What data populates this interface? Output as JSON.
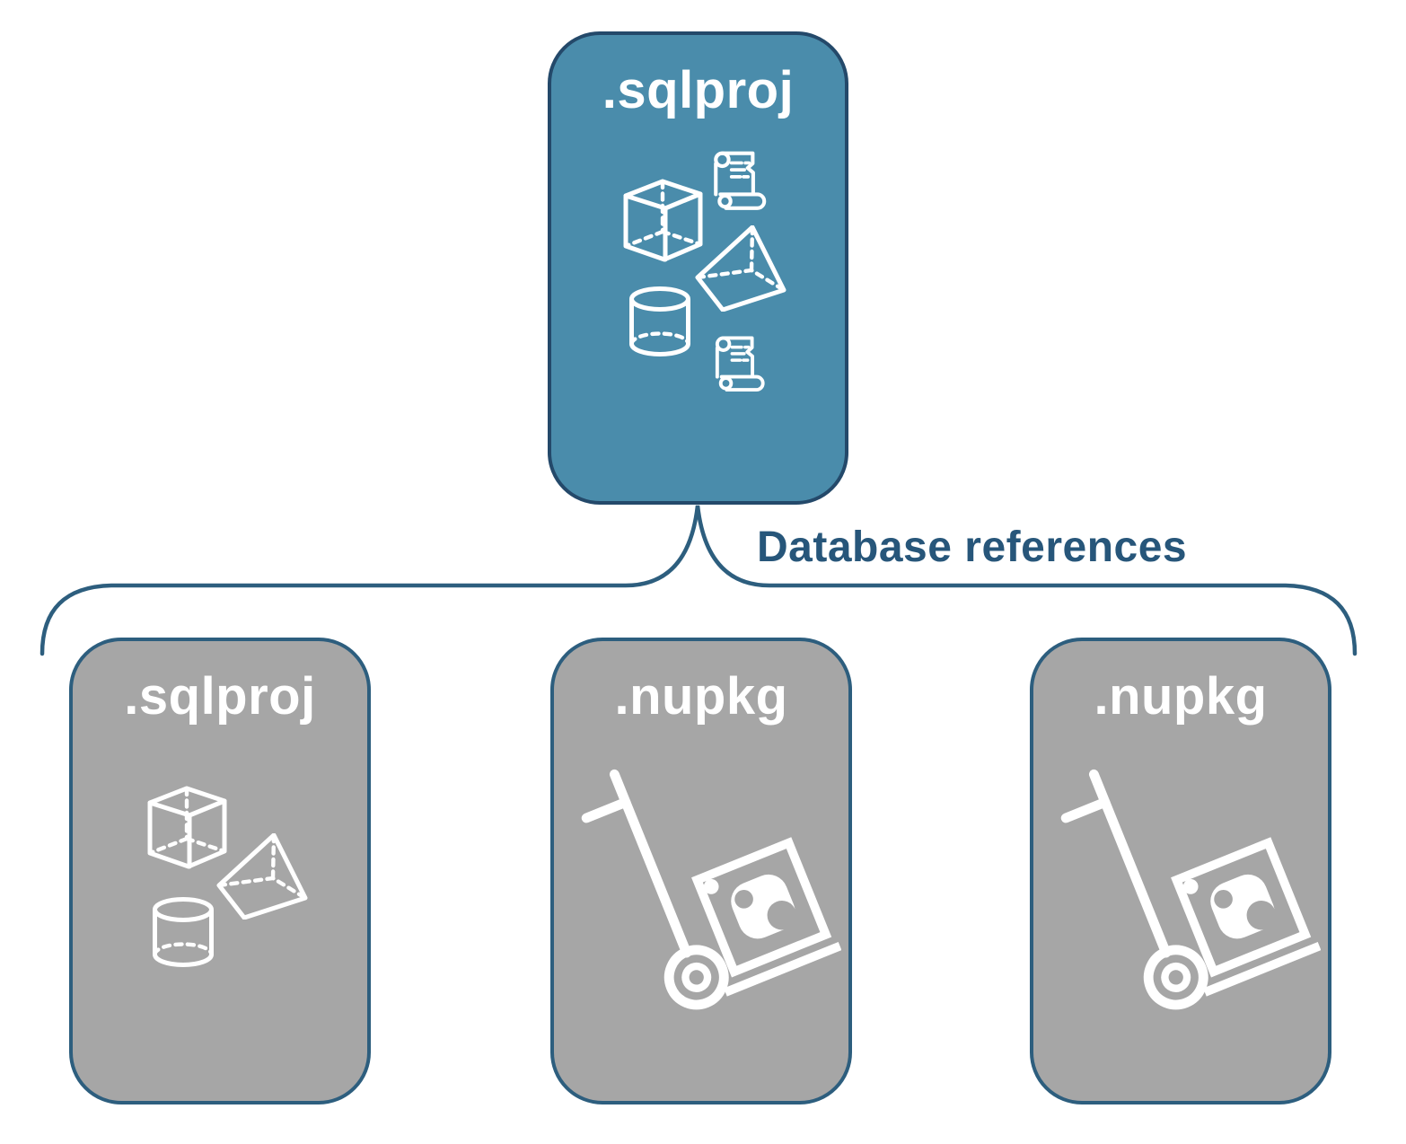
{
  "diagram": {
    "root_node": {
      "label": ".sqlproj"
    },
    "connector": {
      "label": "Database references"
    },
    "child_nodes": [
      {
        "label": ".sqlproj"
      },
      {
        "label": ".nupkg"
      },
      {
        "label": ".nupkg"
      }
    ],
    "icons": {
      "root": [
        "scroll-icon",
        "cube-icon",
        "pyramid-icon",
        "cylinder-icon",
        "scroll-icon"
      ],
      "child_sqlproj": [
        "cube-icon",
        "pyramid-icon",
        "cylinder-icon"
      ],
      "child_nupkg": [
        "hand-truck-package-icon"
      ]
    },
    "colors": {
      "root_fill": "#4a8cab",
      "root_border": "#24496a",
      "child_fill": "#a6a6a6",
      "child_border": "#2d5e7e",
      "connector": "#2d5e7e",
      "label_text": "#27567a",
      "icon_color": "#ffffff",
      "node_title": "#ffffff"
    }
  }
}
